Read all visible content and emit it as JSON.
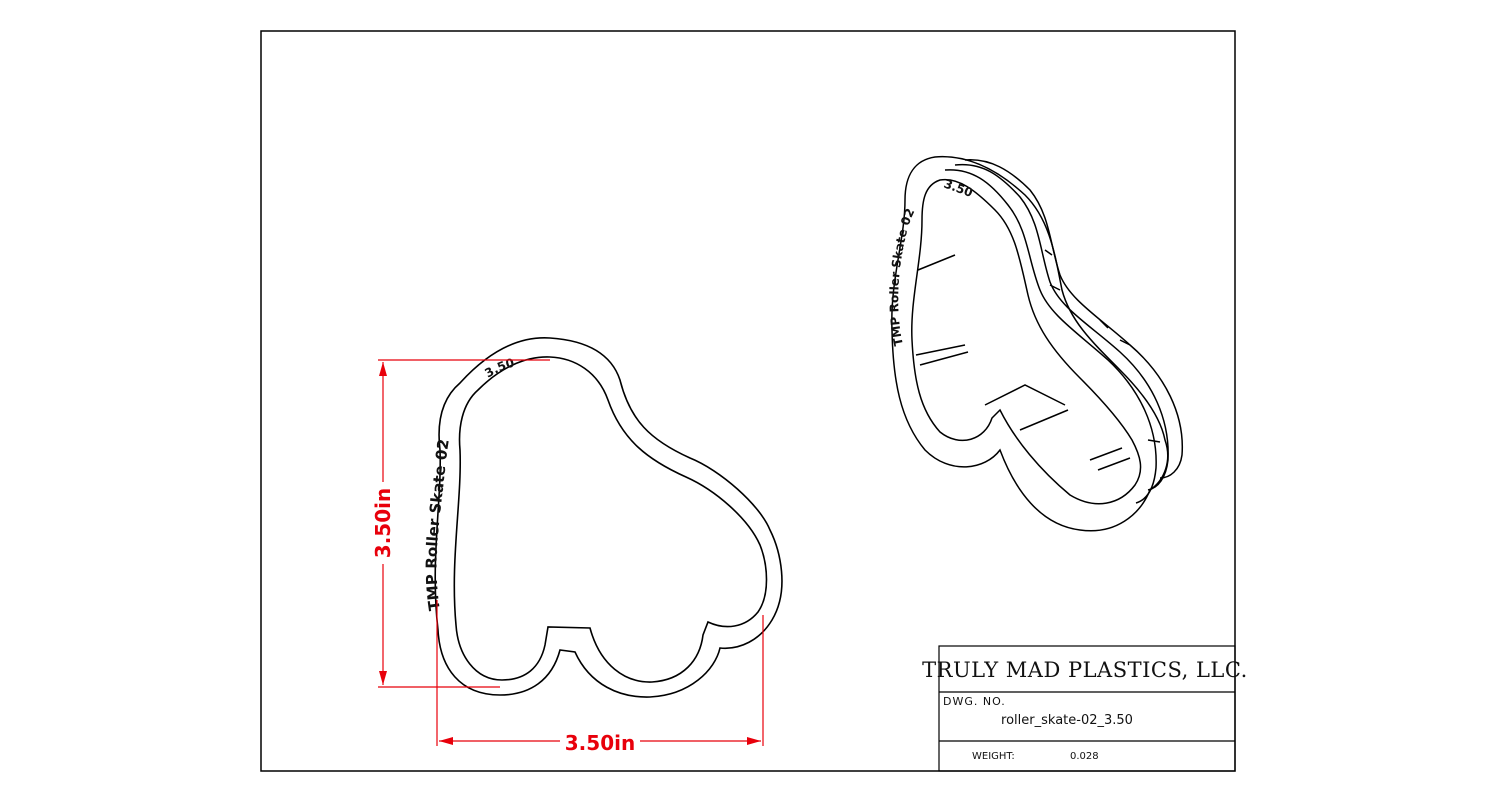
{
  "colors": {
    "dimension": "#e8000b",
    "line": "#000000",
    "background": "#ffffff"
  },
  "dimensions": {
    "height_label": "3.50in",
    "width_label": "3.50in"
  },
  "engraving": {
    "brand_text": "TMP",
    "name_text": "Roller Skate 02",
    "size_text": "3.50"
  },
  "title_block": {
    "company": "TRULY MAD PLASTICS, LLC.",
    "dwg_no_label": "DWG. NO.",
    "dwg_no": "roller_skate-02_3.50",
    "weight_label": "WEIGHT:",
    "weight": "0.028"
  }
}
